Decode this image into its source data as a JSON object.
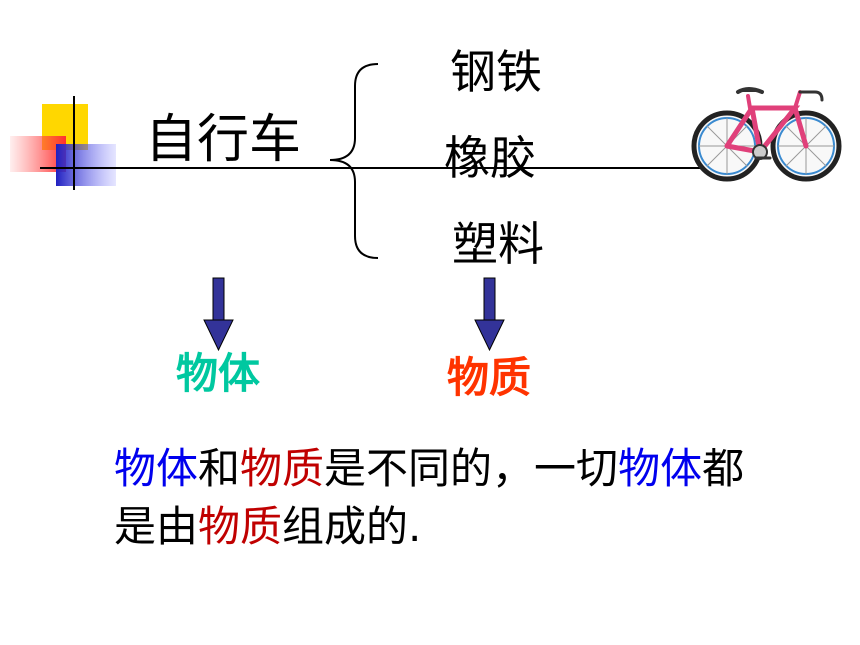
{
  "slide": {
    "title": "自行车",
    "materials": [
      "钢铁",
      "橡胶",
      "塑料"
    ],
    "left_label": "物体",
    "right_label": "物质",
    "sentence": [
      {
        "text": "物体",
        "style": "blue"
      },
      {
        "text": "和",
        "style": "plain"
      },
      {
        "text": "物质",
        "style": "red"
      },
      {
        "text": "是不同的，一切",
        "style": "plain"
      },
      {
        "text": "物体",
        "style": "blue"
      },
      {
        "text": "都是由",
        "style": "plain"
      },
      {
        "text": "物质",
        "style": "red"
      },
      {
        "text": "组成的.",
        "style": "plain"
      }
    ]
  },
  "colors": {
    "left_label": "#00c8a0",
    "right_label": "#ff3300",
    "arrow_fill": "#333399",
    "accent_yellow": "#ffd700",
    "accent_red": "#ff5050",
    "accent_blue": "#2020c0"
  },
  "icons": {
    "bicycle": "bicycle-icon",
    "brace": "curly-brace",
    "arrow": "down-arrow-icon"
  }
}
